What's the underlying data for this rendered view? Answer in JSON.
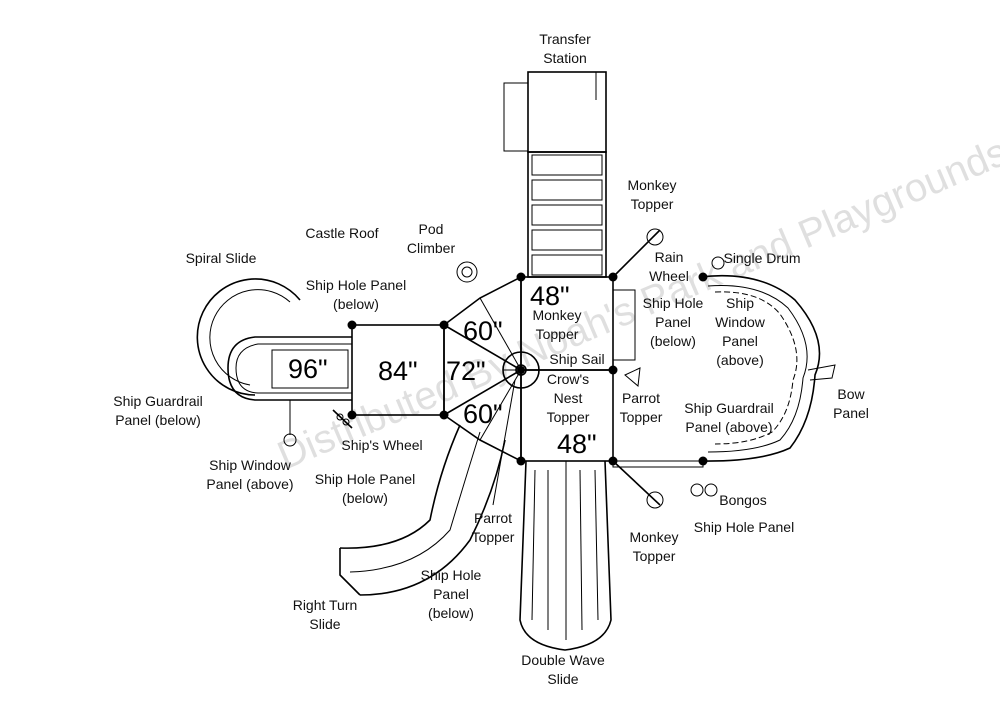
{
  "labels": {
    "transfer_station": [
      "Transfer",
      "Station"
    ],
    "monkey_topper_top": [
      "Monkey",
      "Topper"
    ],
    "castle_roof": [
      "Castle Roof"
    ],
    "pod_climber": [
      "Pod",
      "Climber"
    ],
    "spiral_slide": [
      "Spiral Slide"
    ],
    "rain_wheel": [
      "Rain",
      "Wheel"
    ],
    "single_drum": [
      "Single Drum"
    ],
    "ship_hole_panel_below_left": [
      "Ship Hole Panel",
      "(below)"
    ],
    "ship_hole_panel_below_right": [
      "Ship Hole",
      "Panel",
      "(below)"
    ],
    "ship_window_panel_above_right": [
      "Ship",
      "Window",
      "Panel",
      "(above)"
    ],
    "monkey_topper_center": [
      "Monkey",
      "Topper"
    ],
    "ship_sail": [
      "Ship Sail"
    ],
    "crows_nest_topper": [
      "Crow's",
      "Nest",
      "Topper"
    ],
    "parrot_topper_right": [
      "Parrot",
      "Topper"
    ],
    "bow_panel": [
      "Bow",
      "Panel"
    ],
    "ship_guardrail_panel_below": [
      "Ship Guardrail",
      "Panel (below)"
    ],
    "ship_guardrail_panel_above": [
      "Ship Guardrail",
      "Panel (above)"
    ],
    "ships_wheel": [
      "Ship's Wheel"
    ],
    "ship_window_panel_above_left": [
      "Ship Window",
      "Panel  (above)"
    ],
    "ship_hole_panel_below_mid": [
      "Ship Hole Panel",
      "(below)"
    ],
    "bongos": [
      "Bongos"
    ],
    "ship_hole_panel_right": [
      "Ship Hole Panel"
    ],
    "parrot_topper_bottom": [
      "Parrot",
      "Topper"
    ],
    "monkey_topper_bottom": [
      "Monkey",
      "Topper"
    ],
    "ship_hole_panel_below_bottom": [
      "Ship Hole",
      "Panel",
      "(below)"
    ],
    "right_turn_slide": [
      "Right Turn",
      "Slide"
    ],
    "double_wave_slide": [
      "Double Wave",
      "Slide"
    ]
  },
  "deck_heights": {
    "slide_96": "96\"",
    "deck_84": "84\"",
    "deck_72": "72\"",
    "deck_60_top": "60\"",
    "deck_60_bottom": "60\"",
    "deck_48_top": "48\"",
    "deck_48_bottom": "48\""
  },
  "watermark": "Distributed By Noah's Park and Playgrounds"
}
